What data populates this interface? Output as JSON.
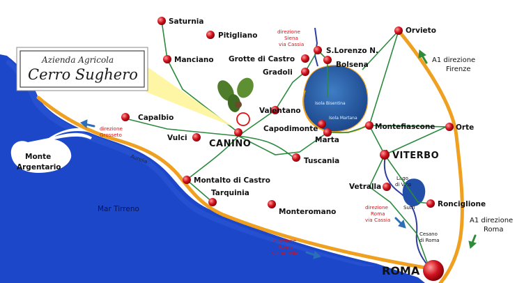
{
  "logo": {
    "line1": "Azienda Agricola",
    "line2": "Cerro Sughero"
  },
  "towns": {
    "saturnia": "Saturnia",
    "pitigliano": "Pitigliano",
    "manciano": "Manciano",
    "grotte_di_castro": "Grotte di Castro",
    "s_lorenzo": "S.Lorenzo N.",
    "bolsena": "Bolsena",
    "gradoli": "Gradoli",
    "orvieto": "Orvieto",
    "capalbio": "Capalbio",
    "vulci": "Vulci",
    "canino": "CANINO",
    "valentano": "Valentano",
    "capodimonte": "Capodimonte",
    "marta": "Marta",
    "montefiascone": "Montefiascone",
    "orte": "Orte",
    "viterbo": "VITERBO",
    "tuscania": "Tuscania",
    "montalto": "Montalto di Castro",
    "tarquinia": "Tarquinia",
    "monteromano": "Monteromano",
    "vetralla": "Vetralla",
    "ronciglione": "Ronciglione",
    "sutri": "Sutri",
    "cesano": [
      "Cesano",
      "di Roma"
    ],
    "roma": "ROMA",
    "monte_argentario": [
      "Monte",
      "Argentario"
    ]
  },
  "lakes": {
    "bisentina": "Isola Bisentina",
    "martana": "Isola Martana",
    "vico": [
      "Lago",
      "di Vico"
    ]
  },
  "directions": {
    "siena": [
      "direzione",
      "Siena",
      "via Cassia"
    ],
    "grosseto": [
      "direzione",
      "Grosseto"
    ],
    "roma_cassia": [
      "direzione",
      "Roma",
      "via Cassia"
    ],
    "roma_aurelia": [
      "direzione",
      "Roma",
      "via Aurelia"
    ],
    "a1_firenze": [
      "A1 direzione",
      "Firenze"
    ],
    "a1_roma": [
      "A1 direzione",
      "Roma"
    ]
  },
  "roads": {
    "aurelia": "Aurelia"
  },
  "sea": {
    "name": "Mar Tirreno"
  },
  "colors": {
    "sea": "#1c47c8",
    "lake": "#1e4f98",
    "highway": "#f0a020",
    "road": "#2a8a3e",
    "river": "#2c3e9e",
    "dot": "#d0121e",
    "direction": "#d4141c",
    "arrow_blue": "#2a6fb8",
    "arrow_green": "#2e8b37",
    "pointer": "#fff6a0"
  },
  "icons": {
    "leaf": "cork-oak-leaf-icon",
    "marker": "circle-marker-icon",
    "town_dot": "red-dot-icon"
  }
}
